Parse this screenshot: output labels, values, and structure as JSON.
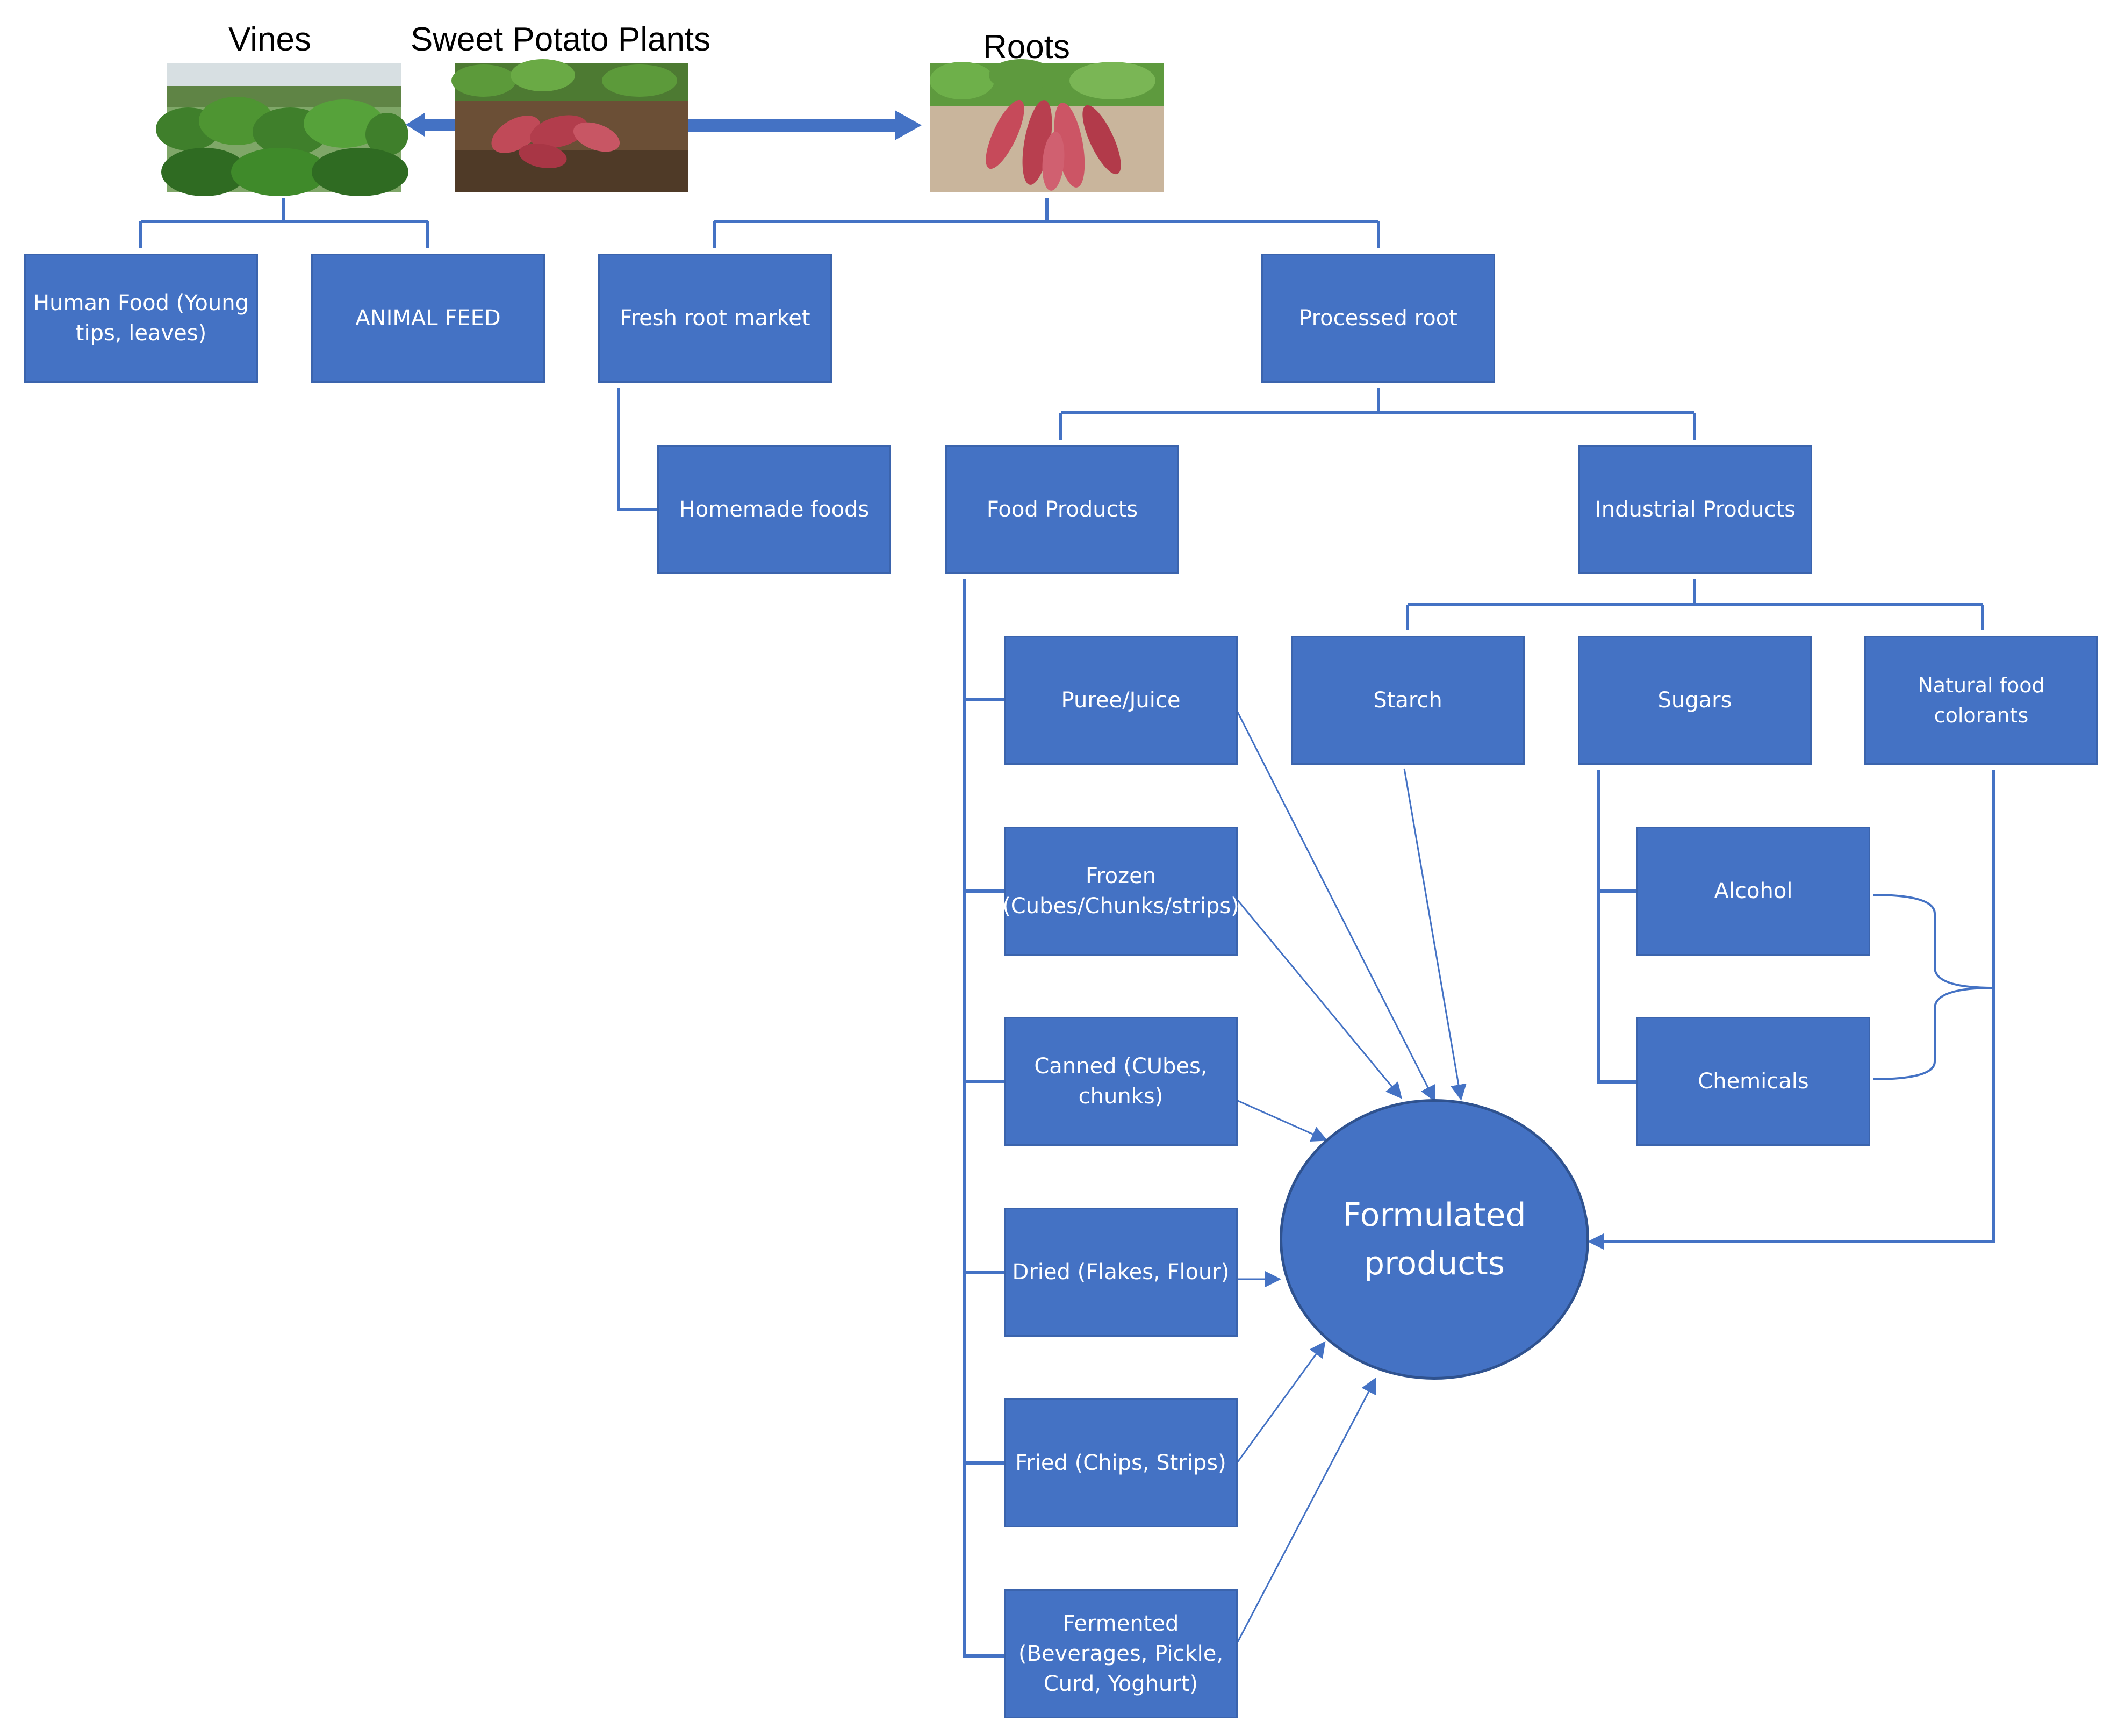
{
  "titles": {
    "vines": "Vines",
    "plants": "Sweet Potato Plants",
    "roots": "Roots"
  },
  "nodes": {
    "human_food": "Human Food (Young tips, leaves)",
    "animal_feed": "ANIMAL FEED",
    "fresh_root_market": "Fresh root market",
    "processed_root": "Processed root",
    "homemade_foods": "Homemade foods",
    "food_products": "Food Products",
    "industrial_products": "Industrial Products",
    "puree_juice": "Puree/Juice",
    "frozen": "Frozen (Cubes/Chunks/strips)",
    "canned": "Canned (CUbes, chunks)",
    "dried": "Dried (Flakes, Flour)",
    "fried": "Fried (Chips, Strips)",
    "fermented": "Fermented (Beverages, Pickle, Curd, Yoghurt)",
    "starch": "Starch",
    "sugars": "Sugars",
    "natural_colorants": "Natural food colorants",
    "alcohol": "Alcohol",
    "chemicals": "Chemicals",
    "formulated_products": "Formulated products"
  },
  "colors": {
    "box_fill": "#4472c4",
    "box_border": "#3b64ad",
    "connector": "#4472c4",
    "oval_border": "#2f528f",
    "text": "#ffffff"
  },
  "images": {
    "vines": "vines-field-photo",
    "plants": "sweet-potato-plants-photo",
    "roots": "sweet-potato-roots-photo"
  }
}
